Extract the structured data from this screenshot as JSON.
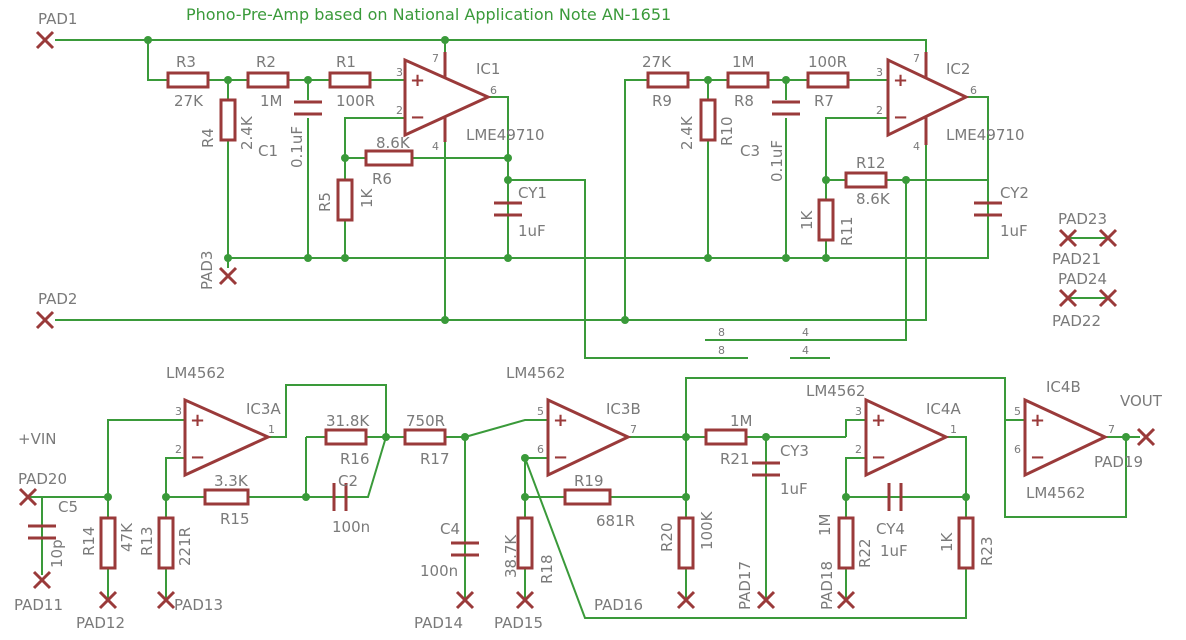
{
  "title": "Phono-Pre-Amp based on National Application Note AN-1651",
  "pads": {
    "pad1": "PAD1",
    "pad2": "PAD2",
    "pad3": "PAD3",
    "pad11": "PAD11",
    "pad12": "PAD12",
    "pad13": "PAD13",
    "pad14": "PAD14",
    "pad15": "PAD15",
    "pad16": "PAD16",
    "pad17": "PAD17",
    "pad18": "PAD18",
    "pad19": "PAD19",
    "pad20": "PAD20",
    "pad21": "PAD21",
    "pad22": "PAD22",
    "pad23": "PAD23",
    "pad24": "PAD24"
  },
  "nets": {
    "vin": "+VIN",
    "vout": "VOUT"
  },
  "components": {
    "r1": {
      "name": "R1",
      "value": "100R"
    },
    "r2": {
      "name": "R2",
      "value": "1M"
    },
    "r3": {
      "name": "R3",
      "value": "27K"
    },
    "r4": {
      "name": "R4",
      "value": "2.4K"
    },
    "r5": {
      "name": "R5",
      "value": "1K"
    },
    "r6": {
      "name": "R6",
      "value": "8.6K"
    },
    "r7": {
      "name": "R7",
      "value": "100R"
    },
    "r8": {
      "name": "R8",
      "value": "1M"
    },
    "r9": {
      "name": "R9",
      "value": "27K"
    },
    "r10": {
      "name": "R10",
      "value": "2.4K"
    },
    "r11": {
      "name": "R11",
      "value": "1K"
    },
    "r12": {
      "name": "R12",
      "value": "8.6K"
    },
    "r13": {
      "name": "R13",
      "value": "221R"
    },
    "r14": {
      "name": "R14",
      "value": "47K"
    },
    "r15": {
      "name": "R15",
      "value": "3.3K"
    },
    "r16": {
      "name": "R16",
      "value": "31.8K"
    },
    "r17": {
      "name": "R17",
      "value": "750R"
    },
    "r18": {
      "name": "R18",
      "value": "38.7K"
    },
    "r19": {
      "name": "R19",
      "value": "681R"
    },
    "r20": {
      "name": "R20",
      "value": "100K"
    },
    "r21": {
      "name": "R21",
      "value": "1M"
    },
    "r22": {
      "name": "R22",
      "value": "1M"
    },
    "r23": {
      "name": "R23",
      "value": "1K"
    },
    "c1": {
      "name": "C1",
      "value": "0.1uF"
    },
    "c2": {
      "name": "C2",
      "value": "100n"
    },
    "c3": {
      "name": "C3",
      "value": "0.1uF"
    },
    "c4": {
      "name": "C4",
      "value": "100n"
    },
    "c5": {
      "name": "C5",
      "value": "10p"
    },
    "cy1": {
      "name": "CY1",
      "value": "1uF"
    },
    "cy2": {
      "name": "CY2",
      "value": "1uF"
    },
    "cy3": {
      "name": "CY3",
      "value": "1uF"
    },
    "cy4": {
      "name": "CY4",
      "value": "1uF"
    },
    "ic1": {
      "name": "IC1",
      "value": "LME49710"
    },
    "ic2": {
      "name": "IC2",
      "value": "LME49710"
    },
    "ic3a": {
      "name": "IC3A",
      "value": "LM4562"
    },
    "ic3b": {
      "name": "IC3B",
      "value": "LM4562"
    },
    "ic4a": {
      "name": "IC4A",
      "value": "LM4562"
    },
    "ic4b": {
      "name": "IC4B",
      "value": "LM4562"
    }
  },
  "pins": {
    "p1": "1",
    "p2": "2",
    "p3": "3",
    "p4": "4",
    "p5": "5",
    "p6": "6",
    "p7": "7",
    "p8": "8",
    "plus": "+",
    "minus": "−"
  }
}
